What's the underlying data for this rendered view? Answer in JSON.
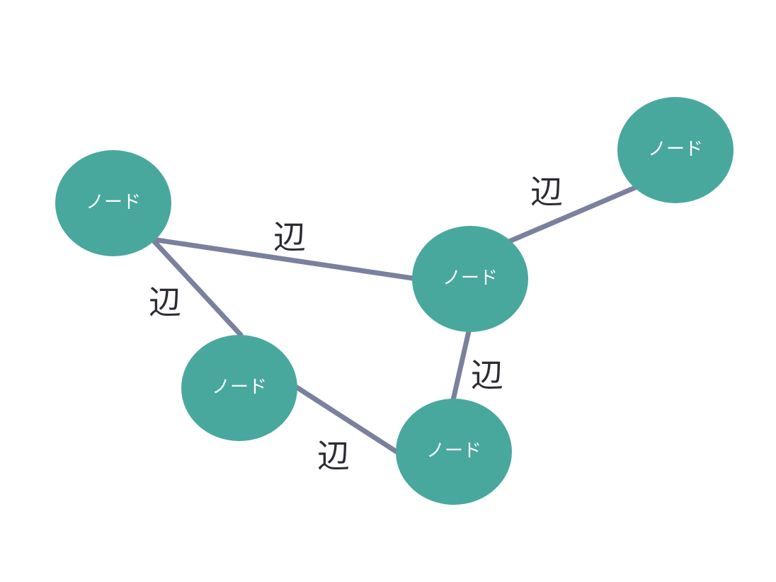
{
  "colors": {
    "background": "#ffffff",
    "node_fill": "#48a89e",
    "node_text": "#ffffff",
    "edge_stroke": "#7a809e",
    "edge_label_text": "#2b2b35"
  },
  "nodes": [
    {
      "id": "n1",
      "label": "ノード"
    },
    {
      "id": "n2",
      "label": "ノード"
    },
    {
      "id": "n3",
      "label": "ノード"
    },
    {
      "id": "n4",
      "label": "ノード"
    },
    {
      "id": "n5",
      "label": "ノード"
    }
  ],
  "edges": [
    {
      "from": "n1",
      "to": "n3",
      "label": "辺"
    },
    {
      "from": "n1",
      "to": "n4",
      "label": "辺"
    },
    {
      "from": "n3",
      "to": "n2",
      "label": "辺"
    },
    {
      "from": "n3",
      "to": "n5",
      "label": "辺"
    },
    {
      "from": "n4",
      "to": "n5",
      "label": "辺"
    }
  ]
}
